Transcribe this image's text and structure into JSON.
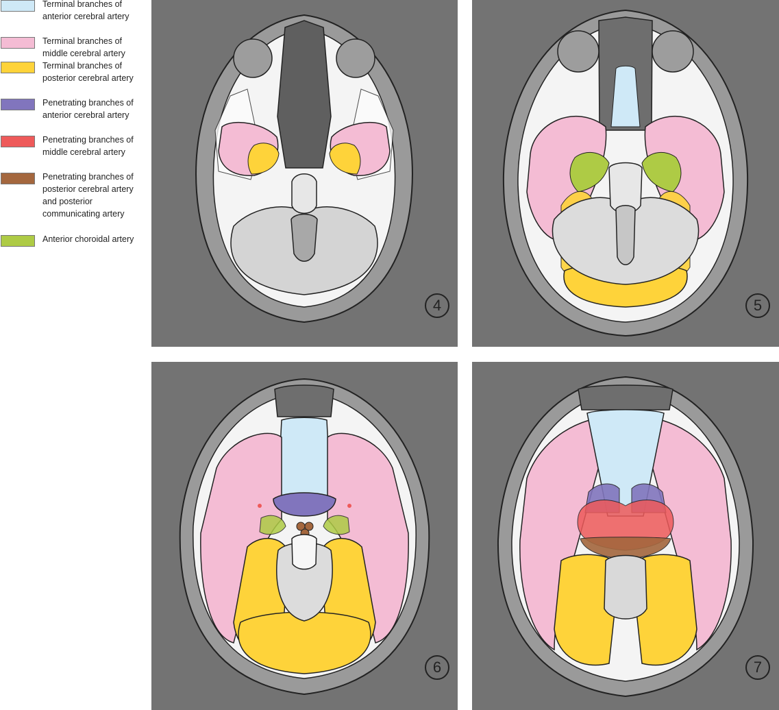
{
  "legend": {
    "items": [
      {
        "label": "Terminal branches of anterior cerebral artery",
        "color": "#cfe9f7"
      },
      {
        "label": "Terminal branches of middle cerebral artery",
        "color": "#f4bcd4"
      },
      {
        "label": "Terminal branches of posterior cerebral artery",
        "color": "#fed33a"
      },
      {
        "label": "Penetrating branches of anterior cerebral artery",
        "color": "#8175bd"
      },
      {
        "label": "Penetrating branches of middle cerebral artery",
        "color": "#ee5a5a"
      },
      {
        "label": "Penetrating branches of posterior cerebral artery and posterior communicating artery",
        "color": "#a4673e"
      },
      {
        "label": "Anterior choroidal artery",
        "color": "#aecb45"
      }
    ]
  },
  "panels": [
    {
      "number": "4"
    },
    {
      "number": "5"
    },
    {
      "number": "6"
    },
    {
      "number": "7"
    }
  ]
}
